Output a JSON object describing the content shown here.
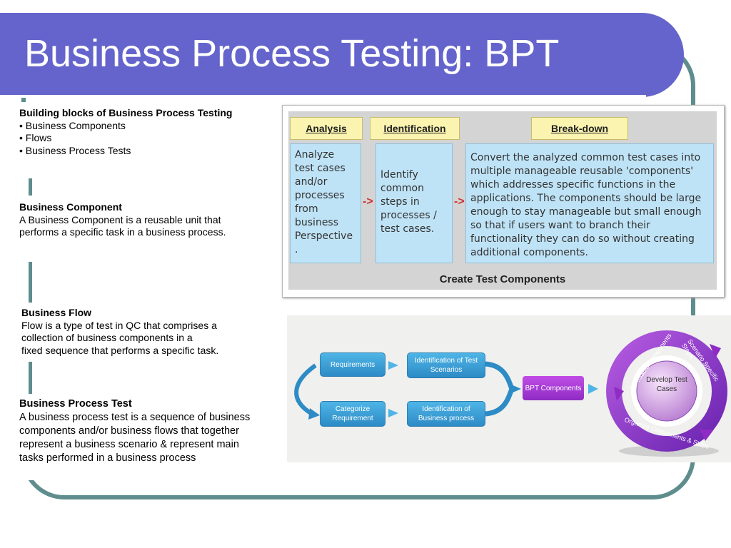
{
  "slide": {
    "title": "Business Process Testing: BPT"
  },
  "left": {
    "building_head": "Building blocks of Business Process Testing",
    "building_items": [
      "• Business Components",
      "• Flows",
      "• Business Process Tests"
    ],
    "component_head": "Business Component",
    "component_text": "A Business Component is a reusable unit that performs a specific task in a business process.",
    "flow_head": "Business Flow",
    "flow_text_1": "Flow is a type of test in QC that comprises a",
    "flow_text_2": "collection of business components in a",
    "flow_text_3": "fixed sequence that performs a specific task.",
    "bpt_head": "Business Process Test",
    "bpt_text": "A business process test is a sequence of business components and/or business flows that together represent a business scenario & represent main tasks performed in a business process"
  },
  "diagram1": {
    "tabs": [
      "Analysis",
      "Identification",
      "Break-down"
    ],
    "analysis_text": "Analyze test cases and/or processes from business Perspective .",
    "identification_text": "Identify common steps in processes / test cases.",
    "breakdown_text": "Convert the analyzed common test cases into multiple manageable reusable 'components' which addresses specific functions in the applications. The components should be large enough to stay manageable but small enough so that if users want to branch their functionality they  can do so without creating additional components.",
    "arrow": "->",
    "footer": "Create Test Components"
  },
  "diagram2": {
    "requirements": "Requirements",
    "categorize": "Categorize Requirement",
    "id_scenarios": "Identification of Test Scenarios",
    "id_process": "Identification of Business process",
    "bpt_components": "BPT Components",
    "develop": "Develop Test Cases",
    "ring_1": "Re-usable Components",
    "ring_2": "Scenario Specific Steps",
    "ring_3": "Organize Components & Steps"
  },
  "colors": {
    "title_band": "#6464cc",
    "frame": "#5f8d8e",
    "box_fill": "#bfe3f6",
    "tab_fill": "#fbf4b0"
  }
}
